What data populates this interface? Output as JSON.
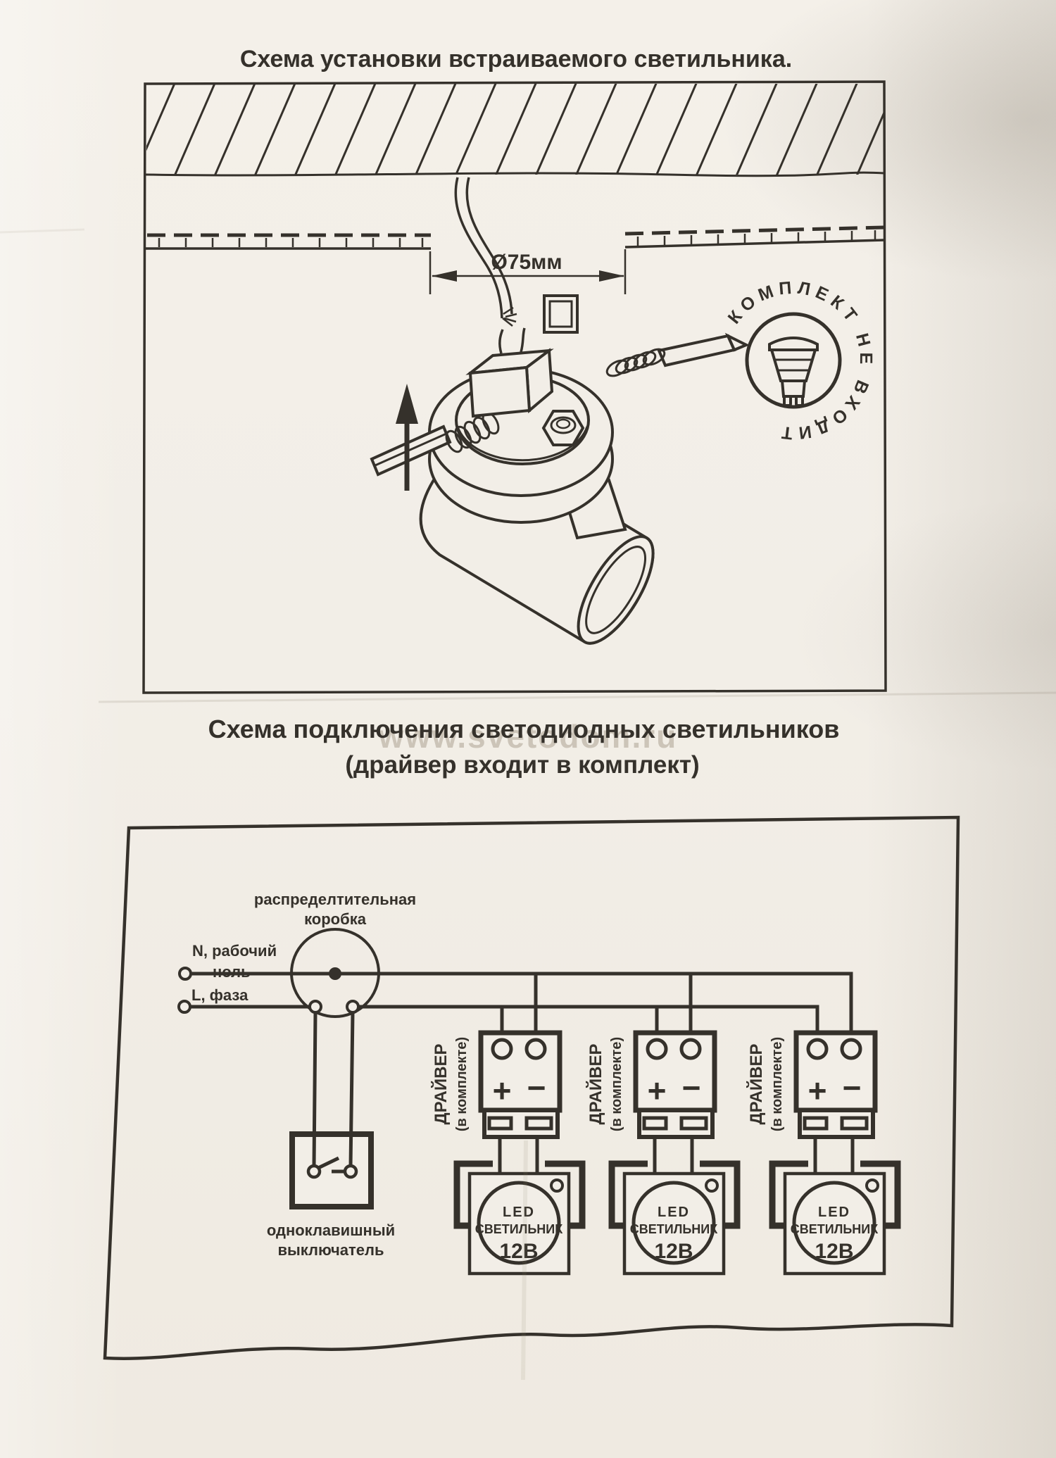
{
  "header": {
    "installation_title": "Схема установки встраиваемого светильника."
  },
  "connection_header": {
    "line1": "Схема подключения светодиодных светильников",
    "line2": "(драйвер входит в комплект)"
  },
  "watermark": "www.svetodom.ru",
  "installation_diagram": {
    "hole_dimension": "Ø75мм",
    "stamp_text": "В КОМПЛЕКТ НЕ ВХОДИТ"
  },
  "wiring_diagram": {
    "junction_box": {
      "line1": "распределтительная",
      "line2": "коробка"
    },
    "neutral": {
      "line1": "N, рабочий",
      "line2": "ноль"
    },
    "phase": "L, фаза",
    "switch": {
      "line1": "одноклавишный",
      "line2": "выключатель"
    },
    "units": [
      {
        "driver": "ДРАЙВЕР",
        "driver_note": "(в комплекте)",
        "plus": "+",
        "minus": "−",
        "led1": "LED",
        "led2": "СВЕТИЛЬНИК",
        "led3": "12В"
      },
      {
        "driver": "ДРАЙВЕР",
        "driver_note": "(в комплекте)",
        "plus": "+",
        "minus": "−",
        "led1": "LED",
        "led2": "СВЕТИЛЬНИК",
        "led3": "12В"
      },
      {
        "driver": "ДРАЙВЕР",
        "driver_note": "(в комплекте)",
        "plus": "+",
        "minus": "−",
        "led1": "LED",
        "led2": "СВЕТИЛЬНИК",
        "led3": "12В"
      }
    ]
  },
  "colors": {
    "ink": "#35312b",
    "paper": "#f2eee7",
    "watermark": "#b3aa9b"
  }
}
